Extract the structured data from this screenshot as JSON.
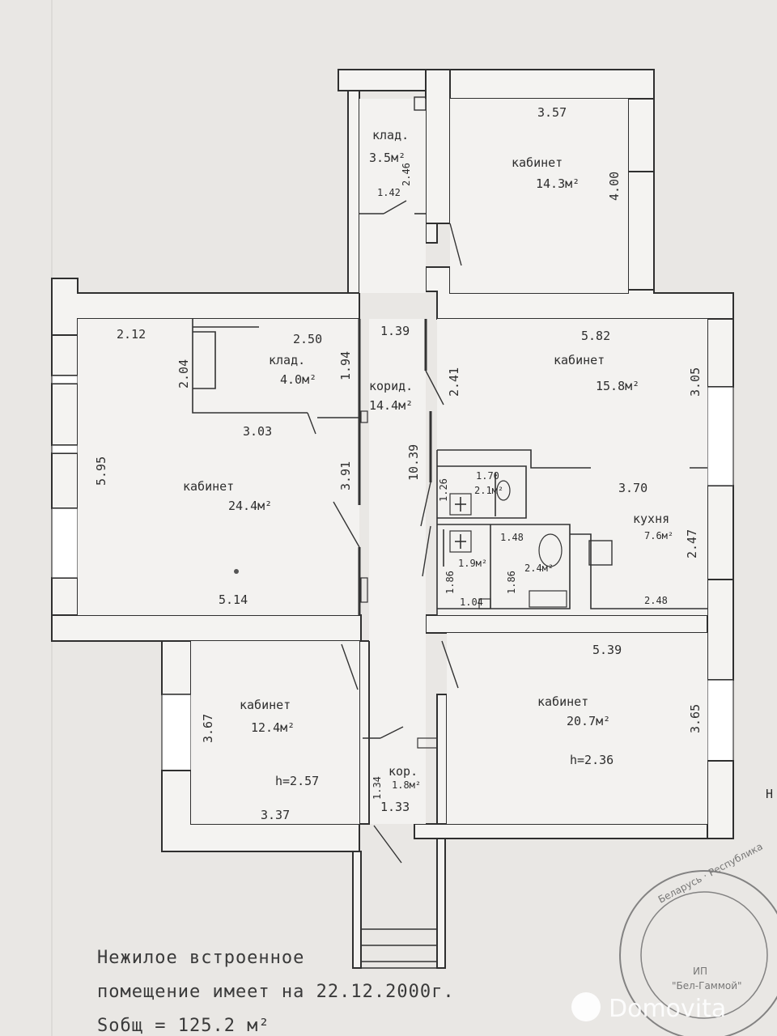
{
  "plan": {
    "rooms": {
      "storage_top": {
        "name": "клад.",
        "area": "3.5м²",
        "dims": [
          "2.46",
          "1.42"
        ]
      },
      "office_top": {
        "name": "кабинет",
        "area": "14.3м²",
        "dims": [
          "3.57",
          "4.00"
        ]
      },
      "storage_left": {
        "name": "клад.",
        "area": "4.0м²",
        "dims": [
          "2.50",
          "1.94",
          "2.04"
        ]
      },
      "office_left": {
        "name": "кабинет",
        "area": "24.4м²",
        "dims": [
          "2.12",
          "5.95",
          "3.03",
          "3.91",
          "5.14"
        ]
      },
      "corridor": {
        "name": "корид.",
        "area": "14.4м²",
        "dims": [
          "1.39",
          "10.39",
          "2.41"
        ]
      },
      "office_right": {
        "name": "кабинет",
        "area": "15.8м²",
        "dims": [
          "5.82",
          "3.05",
          "3.70"
        ]
      },
      "wc1": {
        "area": "2.1м²",
        "dims": [
          "1.70",
          "1.26"
        ]
      },
      "wc2": {
        "area": "1.9м²",
        "dims": [
          "1.86",
          "1.04"
        ]
      },
      "wc3": {
        "area": "2.4м²",
        "dims": [
          "1.48",
          "1.86"
        ]
      },
      "kitchen": {
        "name": "кухня",
        "area": "7.6м²",
        "dims": [
          "2.47",
          "2.48"
        ]
      },
      "office_bottom_left": {
        "name": "кабинет",
        "area": "12.4м²",
        "height": "h=2.57",
        "dims": [
          "3.67",
          "3.37"
        ]
      },
      "corridor_small": {
        "name": "кор.",
        "area": "1.8м²",
        "dims": [
          "1.34",
          "1.33"
        ]
      },
      "office_bottom_right": {
        "name": "кабинет",
        "area": "20.7м²",
        "height": "h=2.36",
        "dims": [
          "5.39",
          "3.65"
        ]
      }
    },
    "note": {
      "line1": "Нежилое встроенное",
      "line2": "помещение имеет на 22.12.2000г.",
      "line3": "Sобщ = 125.2 м²"
    },
    "stamp": {
      "ring": "Беларусь · Республика",
      "org": "ИП",
      "name": "\"Бел-Гаммой\""
    },
    "edge_mark": "Н",
    "watermark": "Domovita"
  }
}
